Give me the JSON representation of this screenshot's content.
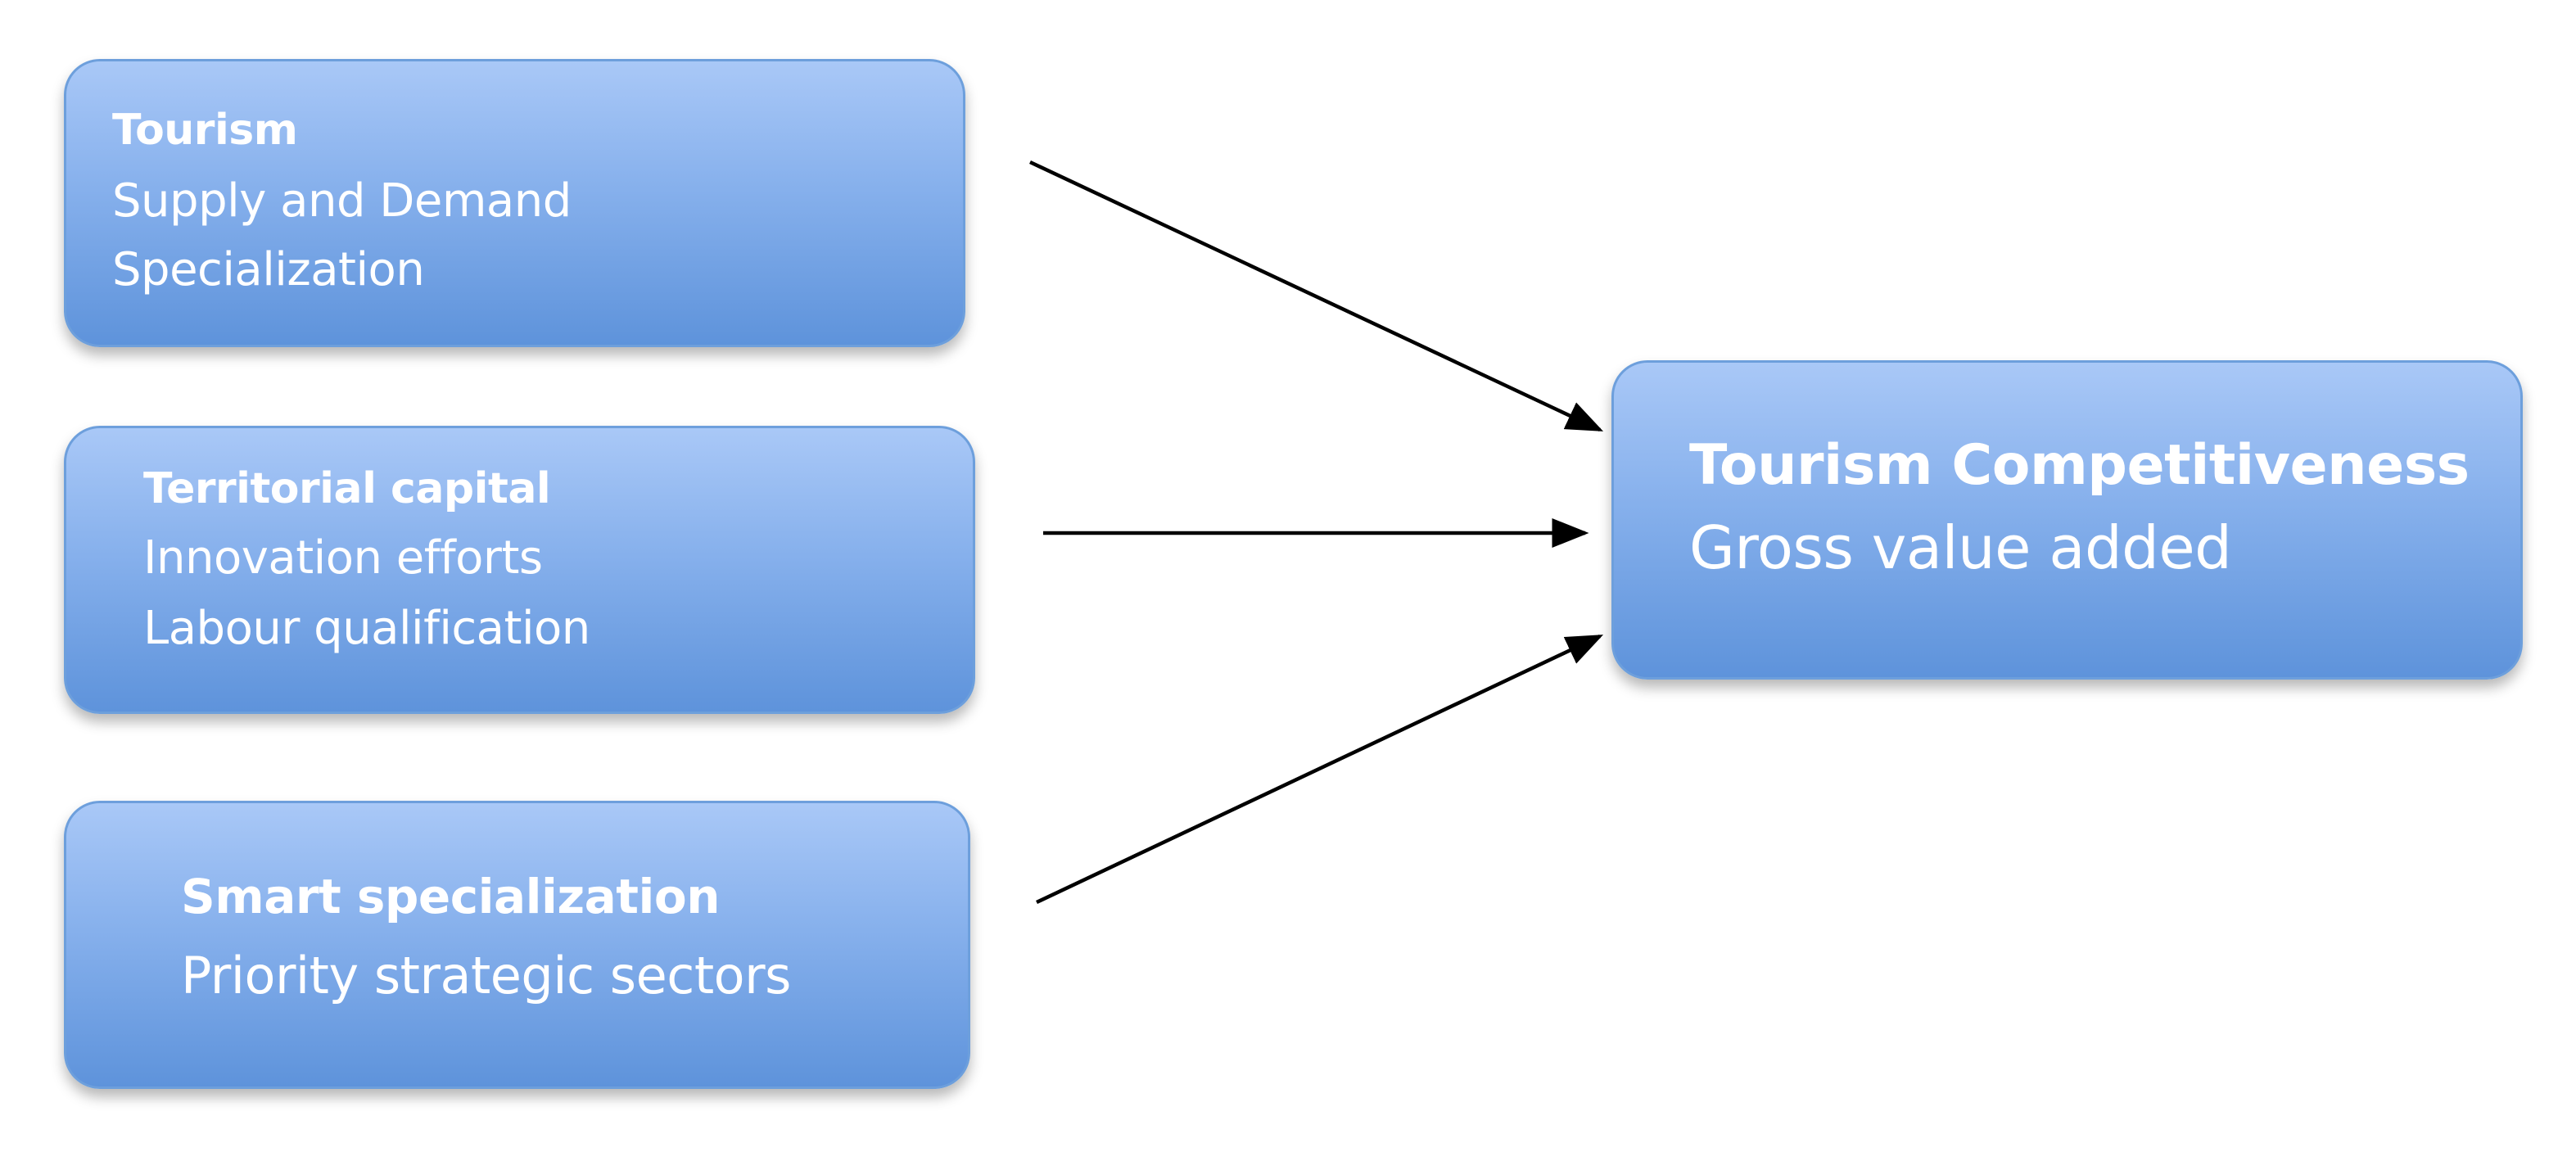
{
  "diagram": {
    "nodes": [
      {
        "id": "tourism",
        "title": "Tourism",
        "lines": [
          "Supply and Demand",
          "Specialization"
        ]
      },
      {
        "id": "territorial",
        "title": "Territorial capital",
        "lines": [
          "Innovation efforts",
          "Labour qualification"
        ]
      },
      {
        "id": "smart",
        "title": "Smart specialization",
        "lines": [
          "Priority strategic sectors"
        ]
      },
      {
        "id": "competitiveness",
        "title": "Tourism Competitiveness",
        "lines": [
          "Gross value added"
        ]
      }
    ],
    "edges": [
      {
        "from": "tourism",
        "to": "competitiveness"
      },
      {
        "from": "territorial",
        "to": "competitiveness"
      },
      {
        "from": "smart",
        "to": "competitiveness"
      }
    ],
    "colors": {
      "box_top": "#a9c8f7",
      "box_bottom": "#5e93db",
      "box_border": "#6d9fdc",
      "text": "#ffffff",
      "arrow": "#000000"
    }
  }
}
